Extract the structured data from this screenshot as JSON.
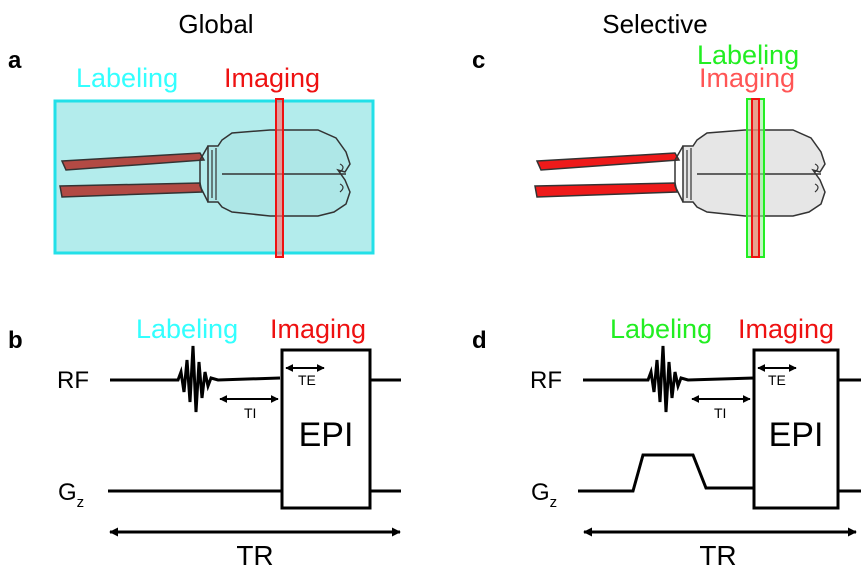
{
  "columns": {
    "global": "Global",
    "selective": "Selective"
  },
  "panels": {
    "a": {
      "letter": "a",
      "labeling": "Labeling",
      "imaging": "Imaging"
    },
    "b": {
      "letter": "b",
      "labeling": "Labeling",
      "imaging": "Imaging",
      "rf": "RF",
      "g": "G",
      "g_sub": "z",
      "te": "TE",
      "ti": "TI",
      "epi": "EPI",
      "tr": "TR"
    },
    "c": {
      "letter": "c",
      "labeling": "Labeling",
      "imaging": "Imaging"
    },
    "d": {
      "letter": "d",
      "labeling": "Labeling",
      "imaging": "Imaging",
      "rf": "RF",
      "g": "G",
      "g_sub": "z",
      "te": "TE",
      "ti": "TI",
      "epi": "EPI",
      "tr": "TR"
    }
  },
  "colors": {
    "labeling_global": "#33ffff",
    "labeling_selective": "#22ee22",
    "imaging": "#ee1111",
    "imaging_light": "#ff5555",
    "glow": "#b3ecec",
    "glow_border": "#22e0e8",
    "brain_fill": "#e6e6e6",
    "brain_tinted": "#aee7e7",
    "nerve_global": "#b24a44",
    "nerve_selective": "#ee1a1a",
    "ink": "#000000"
  }
}
